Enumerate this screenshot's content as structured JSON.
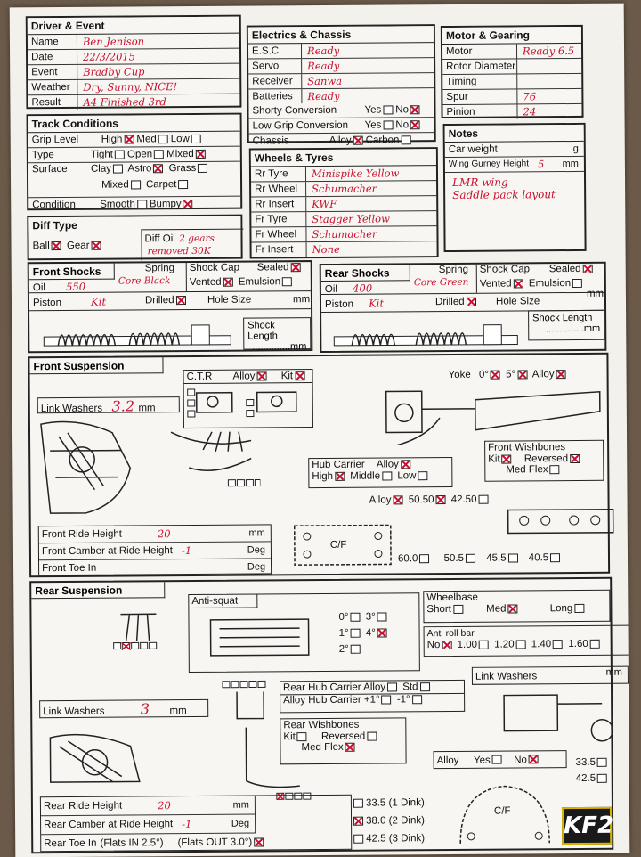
{
  "driver": {
    "title": "Driver & Event",
    "rows": [
      {
        "label": "Name",
        "value": "Ben Jenison"
      },
      {
        "label": "Date",
        "value": "22/3/2015"
      },
      {
        "label": "Event",
        "value": "Bradby Cup"
      },
      {
        "label": "Weather",
        "value": "Dry, Sunny, NICE!"
      },
      {
        "label": "Result",
        "value": "A4   Finished 3rd"
      }
    ]
  },
  "electrics": {
    "title": "Electrics & Chassis",
    "rows": [
      {
        "label": "E.S.C",
        "value": "Ready"
      },
      {
        "label": "Servo",
        "value": "Ready"
      },
      {
        "label": "Receiver",
        "value": "Sanwa"
      },
      {
        "label": "Batteries",
        "value": "Ready"
      }
    ],
    "shorty": {
      "label": "Shorty Conversion",
      "yes": "Yes",
      "no": "No"
    },
    "lowgrip": {
      "label": "Low Grip Conversion",
      "yes": "Yes",
      "no": "No"
    },
    "chassis": {
      "label": "Chassis",
      "alloy": "Alloy",
      "carbon": "Carbon"
    }
  },
  "motor": {
    "title": "Motor & Gearing",
    "rows": [
      {
        "label": "Motor",
        "value": "Ready 6.5"
      },
      {
        "label": "Rotor Diameter",
        "value": ""
      },
      {
        "label": "Timing",
        "value": ""
      },
      {
        "label": "Spur",
        "value": "76"
      },
      {
        "label": "Pinion",
        "value": "24"
      }
    ]
  },
  "track": {
    "title": "Track Conditions",
    "grip": {
      "label": "Grip Level",
      "opts": [
        "High",
        "Med",
        "Low"
      ]
    },
    "type": {
      "label": "Type",
      "opts": [
        "Tight",
        "Open",
        "Mixed"
      ]
    },
    "surface": {
      "label": "Surface",
      "opts": [
        "Clay",
        "Astro",
        "Grass",
        "Mixed",
        "Carpet"
      ]
    },
    "condition": {
      "label": "Condition",
      "opts": [
        "Smooth",
        "Bumpy"
      ]
    }
  },
  "notes": {
    "title": "Notes",
    "car_weight": "Car weight",
    "car_weight_unit": "g",
    "gurney": "Wing Gurney Height",
    "gurney_val": "5",
    "gurney_unit": "mm",
    "text1": "LMR wing",
    "text2": "Saddle pack layout"
  },
  "wheels": {
    "title": "Wheels & Tyres",
    "rows": [
      {
        "label": "Rr Tyre",
        "value": "Minispike Yellow"
      },
      {
        "label": "Rr Wheel",
        "value": "Schumacher"
      },
      {
        "label": "Rr Insert",
        "value": "KWF"
      },
      {
        "label": "Fr Tyre",
        "value": "Stagger Yellow"
      },
      {
        "label": "Fr Wheel",
        "value": "Schumacher"
      },
      {
        "label": "Fr Insert",
        "value": "None"
      }
    ]
  },
  "diff": {
    "title": "Diff Type",
    "ball": "Ball",
    "gear": "Gear",
    "oil_label": "Diff Oil",
    "oil_val1": "2 gears",
    "oil_val2": "removed 30K"
  },
  "front_shocks": {
    "title": "Front Shocks",
    "spring": "Spring",
    "spring_val": "Core Black",
    "shock_cap": "Shock Cap",
    "sealed": "Sealed",
    "vented": "Vented",
    "emulsion": "Emulsion",
    "oil": "Oil",
    "oil_val": "550",
    "piston": "Piston",
    "piston_val": "Kit",
    "drilled": "Drilled",
    "hole": "Hole Size",
    "mm": "mm",
    "length": "Shock Length",
    "length_dots": "..............mm"
  },
  "rear_shocks": {
    "title": "Rear Shocks",
    "spring": "Spring",
    "spring_val": "Core Green",
    "shock_cap": "Shock Cap",
    "sealed": "Sealed",
    "vented": "Vented",
    "emulsion": "Emulsion",
    "oil": "Oil",
    "oil_val": "400",
    "piston": "Piston",
    "piston_val": "Kit",
    "drilled": "Drilled",
    "hole": "Hole Size",
    "mm": "mm",
    "length": "Shock Length",
    "length_dots": "..............mm"
  },
  "front_susp": {
    "title": "Front Suspension",
    "ctr": "C.T.R",
    "alloy": "Alloy",
    "kit": "Kit",
    "yoke": "Yoke",
    "yoke0": "0°",
    "yoke5": "5°",
    "yoke_alloy": "Alloy",
    "link": "Link Washers",
    "link_val": "3.2",
    "link_unit": "mm",
    "hub": "Hub Carrier",
    "hub_alloy": "Alloy",
    "high": "High",
    "middle": "Middle",
    "low": "Low",
    "wish": "Front Wishbones",
    "wish_kit": "Kit",
    "wish_rev": "Reversed",
    "wish_med": "Med Flex",
    "alloy_row": [
      "Alloy",
      "50.50",
      "42.50"
    ],
    "ride": "Front Ride Height",
    "ride_val": "20",
    "ride_unit": "mm",
    "camber": "Front Camber at Ride Height",
    "camber_val": "-1",
    "camber_unit": "Deg",
    "toe": "Front Toe In",
    "toe_unit": "Deg",
    "cf": "C/F",
    "positions": [
      "60.0",
      "50.5",
      "45.5",
      "40.5"
    ]
  },
  "rear_susp": {
    "title": "Rear Suspension",
    "anti": "Anti-squat",
    "anti_opts": [
      "0°",
      "1°",
      "2°",
      "3°",
      "4°"
    ],
    "wheelbase": "Wheelbase",
    "wb_opts": [
      "Short",
      "Med",
      "Long"
    ],
    "arb": "Anti roll bar",
    "arb_opts": [
      "No",
      "1.00",
      "1.20",
      "1.40",
      "1.60"
    ],
    "link": "Link Washers",
    "link_val": "3",
    "link_unit": "mm",
    "link2": "Link Washers",
    "link2_unit": "mm",
    "hub": "Rear Hub Carrier",
    "hub_alloy": "Alloy",
    "hub_std": "Std",
    "ahub": "Alloy Hub Carrier",
    "p1": "+1°",
    "m1": "-1°",
    "wish": "Rear Wishbones",
    "kit": "Kit",
    "rev": "Reversed",
    "med": "Med Flex",
    "alloy": "Alloy",
    "yes": "Yes",
    "no": "No",
    "v335": "33.5",
    "v425": "42.5",
    "ride": "Rear Ride Height",
    "ride_val": "20",
    "ride_unit": "mm",
    "camber": "Rear Camber at Ride Height",
    "camber_val": "-1",
    "camber_unit": "Deg",
    "toe": "Rear Toe In",
    "toe_in": "(Flats IN 2.5°)",
    "toe_out": "(Flats OUT 3.0°)",
    "dink1": "33.5 (1 Dink)",
    "dink2": "38.0 (2 Dink)",
    "dink3": "42.5 (3 Dink)",
    "cf": "C/F"
  },
  "logo": "KF2",
  "colors": {
    "ink": "#c8102e",
    "line": "#222222"
  }
}
